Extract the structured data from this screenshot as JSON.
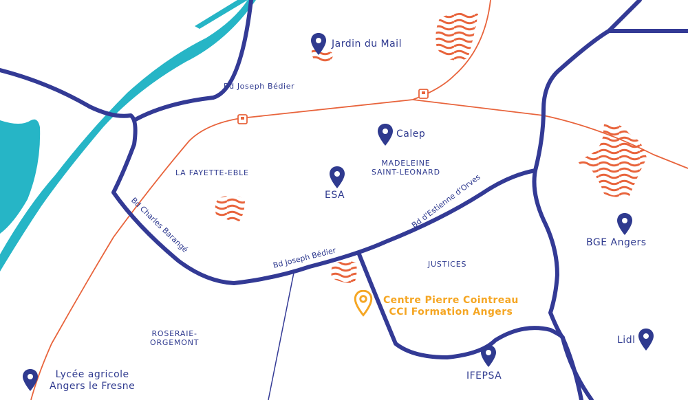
{
  "colors": {
    "road": "#333a95",
    "river": "#26b5c6",
    "rail": "#e8643c",
    "green_area": "#e8643c",
    "pin": "#2f3a8f",
    "highlight": "#f5a623"
  },
  "districts": {
    "fayette": "LA FAYETTE-EBLE",
    "madeleine": "MADELEINE\nSAINT-LEONARD",
    "justices": "JUSTICES",
    "roseraie": "ROSERAIE-\nORGEMONT"
  },
  "streets": {
    "bedier_top": "Bd Joseph Bédier",
    "bedier_bottom": "Bd Joseph Bédier",
    "barange": "Bd Charles Barangé",
    "estienne": "Bd d'Estienne d'Orves"
  },
  "places": {
    "jardin": "Jardin du Mail",
    "calep": "Calep",
    "esa": "ESA",
    "bge": "BGE Angers",
    "lidl": "Lidl",
    "ifepsa": "IFEPSA",
    "lycee": "Lycée agricole\nAngers le Fresne"
  },
  "highlight": {
    "line1": "Centre Pierre Cointreau",
    "line2": "CCI Formation Angers"
  },
  "icons": {
    "pin": "map-pin-icon",
    "train": "train-station-icon",
    "green": "green-space-wave-icon"
  }
}
